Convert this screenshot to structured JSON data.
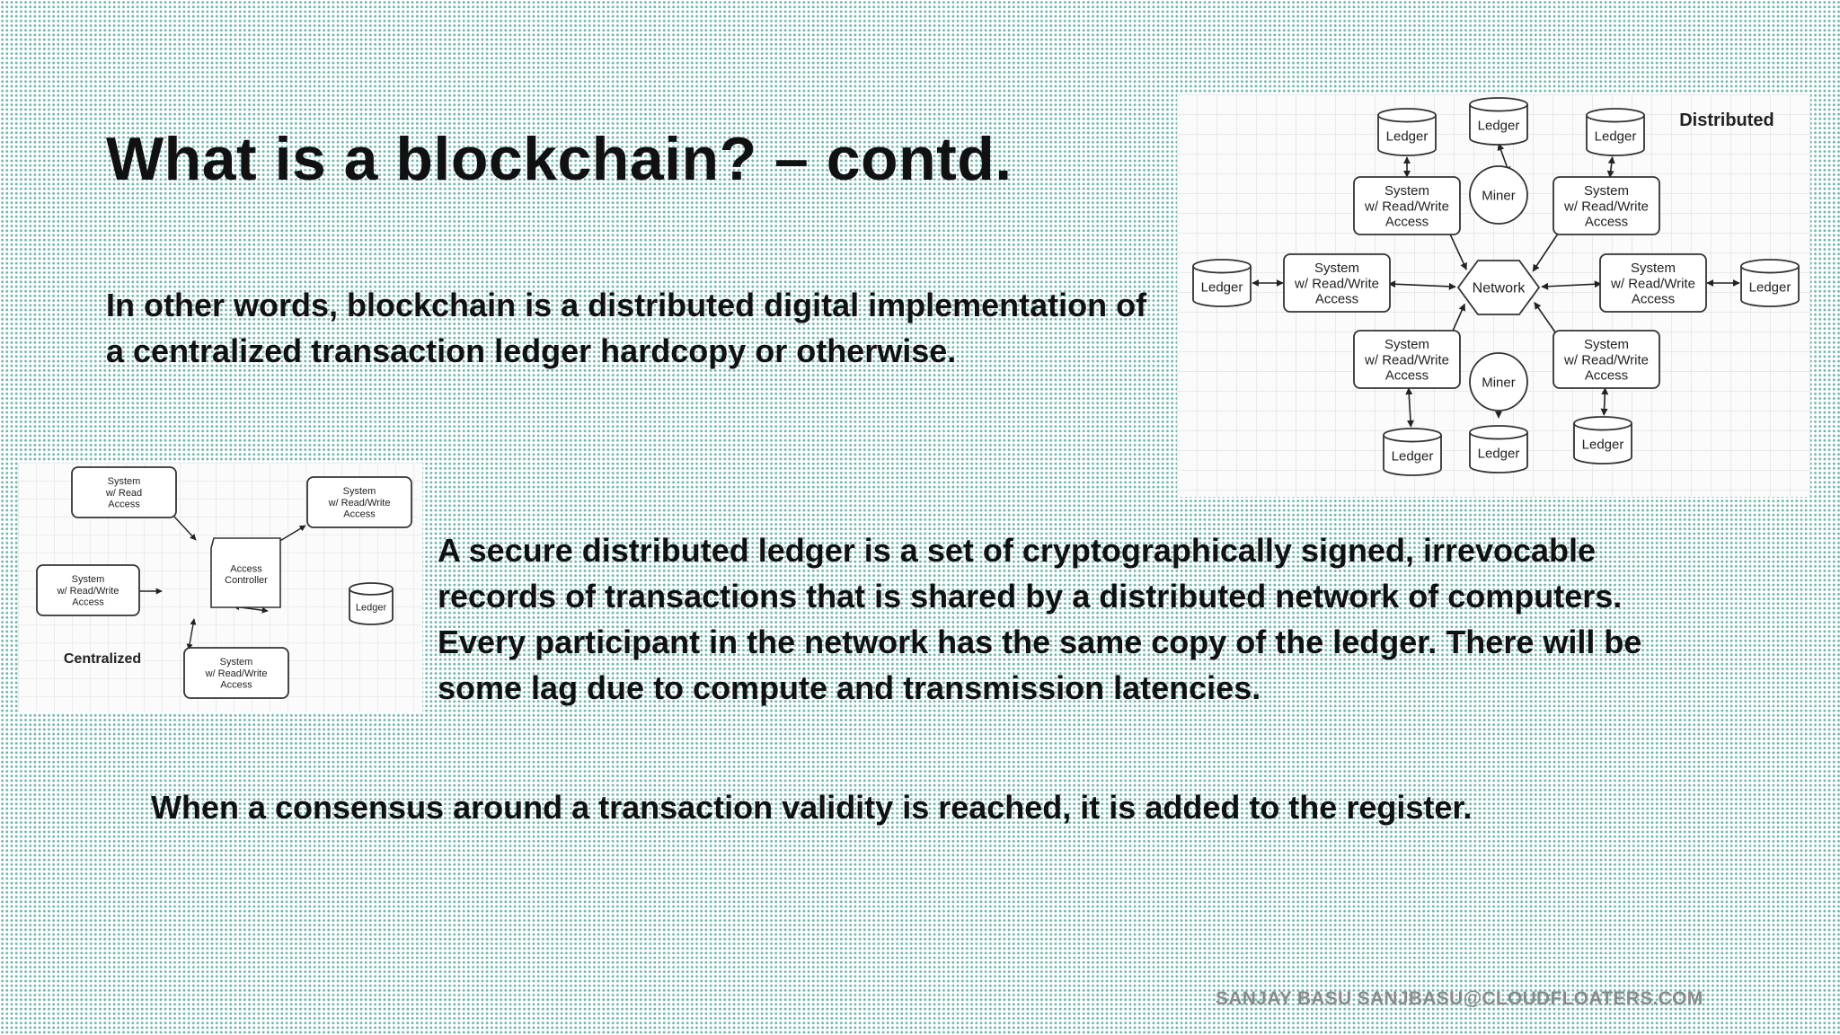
{
  "slide": {
    "title": "What is a blockchain? – contd.",
    "paragraph_1": "In other words, blockchain is a distributed digital implementation of a centralized transaction ledger hardcopy or otherwise.",
    "paragraph_2": "A secure distributed ledger is a set of cryptographically signed, irrevocable records of transactions that is shared by a distributed network of computers. Every participant in the network has the same copy of the ledger. There will be some lag due to compute and transmission latencies.",
    "paragraph_3": "When a consensus around a transaction validity is reached, it is added to the register.",
    "footer": "SANJAY BASU SANJBASU@CLOUDFLOATERS.COM"
  },
  "distributed_diagram": {
    "label": "Distributed",
    "network": "Network",
    "system": [
      "System",
      "w/ Read/Write",
      "Access"
    ],
    "ledger": "Ledger",
    "miner": "Miner"
  },
  "centralized_diagram": {
    "label": "Centralized",
    "read_system": [
      "System",
      "w/ Read",
      "Access"
    ],
    "rw_system": [
      "System",
      "w/ Read/Write",
      "Access"
    ],
    "controller": [
      "Access",
      "Controller"
    ],
    "ledger": "Ledger"
  }
}
